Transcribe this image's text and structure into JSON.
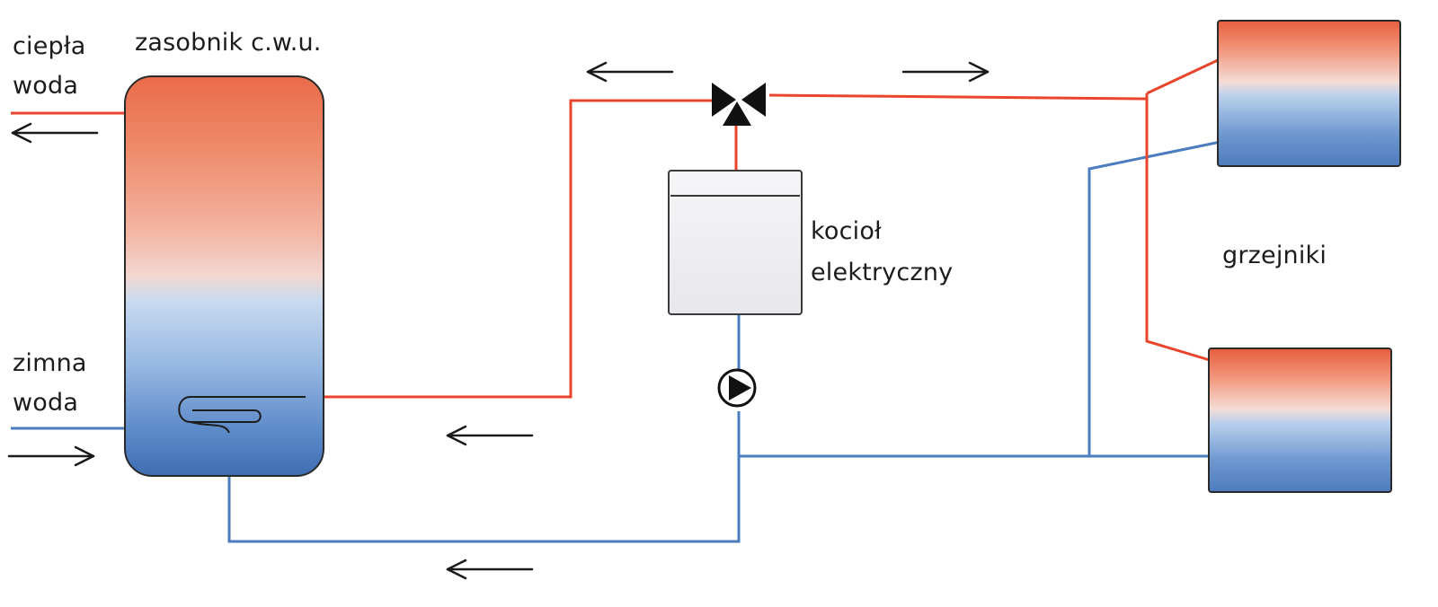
{
  "labels": {
    "tank": "zasobnik c.w.u.",
    "hot_water_line1": "ciepła",
    "hot_water_line2": "woda",
    "cold_water_line1": "zimna",
    "cold_water_line2": "woda",
    "boiler_line1": "kocioł",
    "boiler_line2": "elektryczny",
    "radiators": "grzejniki"
  },
  "colors": {
    "hot_pipe": "#e8452c",
    "cold_pipe": "#4a7cc0",
    "arrow": "#1a1a1a",
    "outline": "#2a2a2a",
    "warm_fill": "#e9744f",
    "cool_fill": "#5b87c6"
  },
  "flow_arrows": {
    "hot_water_outlet": "left",
    "cold_water_inlet": "right",
    "supply_to_tank": "left",
    "return_bottom": "left",
    "valve_to_tank": "left",
    "valve_to_radiators": "right"
  }
}
